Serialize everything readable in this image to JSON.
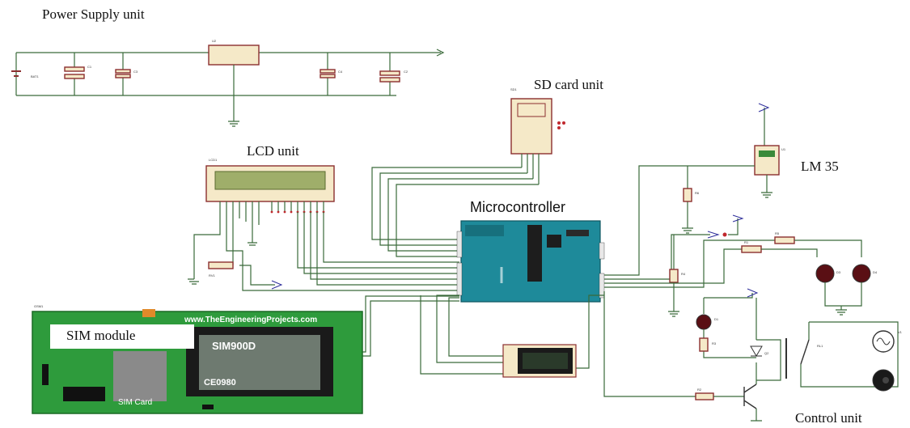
{
  "labels": {
    "power_supply": "Power Supply unit",
    "sd_card": "SD card unit",
    "lcd": "LCD unit",
    "lm35": "LM 35",
    "microcontroller": "Microcontroller",
    "sim_module": "SIM module",
    "control": "Control unit"
  },
  "parts": {
    "bat": "BAT1",
    "c1": "C1",
    "c3": "C3",
    "u2": "U2",
    "c4": "C4",
    "c2": "C2",
    "sd": "SD1",
    "lcd": "LCD1",
    "u1": "U1",
    "r6": "R6",
    "rv1": "RV1",
    "gsm": "GSM1",
    "r4": "R4",
    "r1": "R1",
    "r5": "R5",
    "d3": "D3",
    "d4": "D4",
    "d1": "D1",
    "r3": "R3",
    "q2": "Q2",
    "rl1": "RL1",
    "v1": "V1",
    "r2": "R2"
  },
  "sim_board": {
    "url": "www.TheEngineeringProjects.com",
    "chip": "SIM900D",
    "chip_code": "CE0980",
    "card": "SIM Card"
  },
  "colors": {
    "wire": "#3a6a3a",
    "component_fill": "#f5e9c8",
    "component_stroke": "#8b2f2f",
    "arduino": "#1e8a9a",
    "sim_board": "#2e9b3c",
    "lcd_screen": "#9fae6a"
  }
}
